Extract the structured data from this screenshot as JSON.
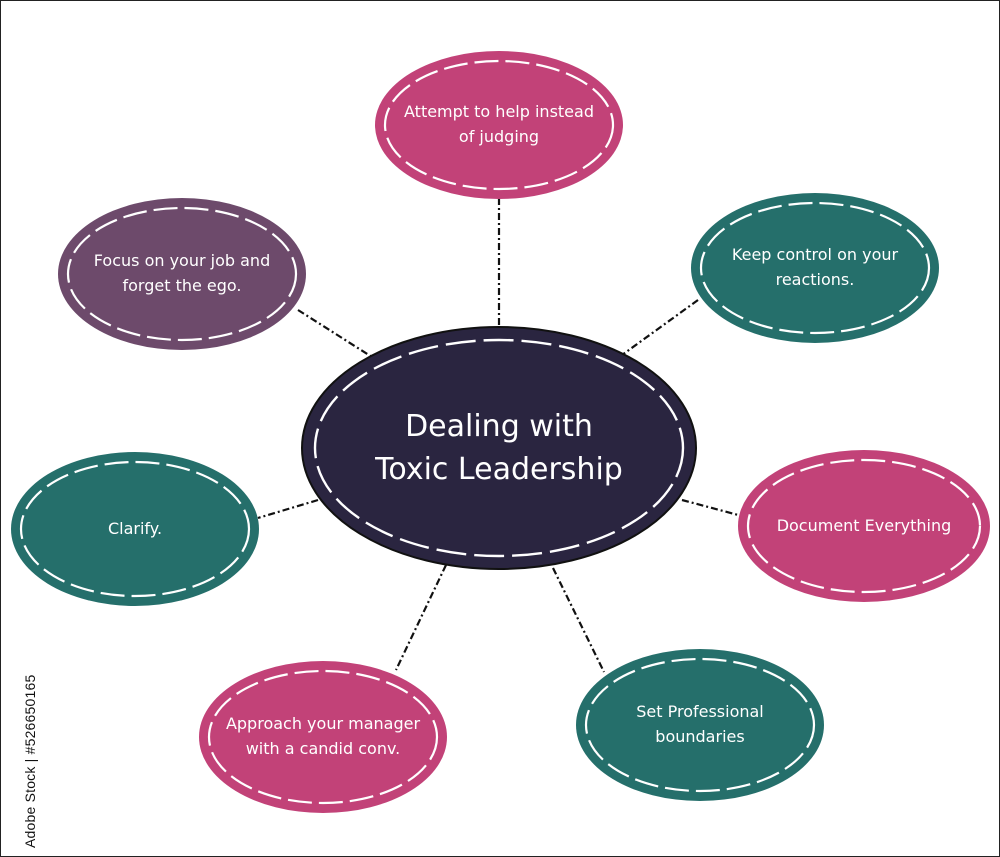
{
  "title": "Dealing with Toxic Leadership",
  "center": {
    "line1": "Dealing with",
    "line2": "Toxic Leadership",
    "color": "#2a2540"
  },
  "nodes": [
    {
      "id": "help",
      "line1": "Attempt to help instead",
      "line2": "of judging",
      "color": "#c24278"
    },
    {
      "id": "control",
      "line1": "Keep control on your",
      "line2": "reactions.",
      "color": "#256f6b"
    },
    {
      "id": "document",
      "line1": "Document Everything",
      "line2": "",
      "color": "#c24278"
    },
    {
      "id": "boundaries",
      "line1": "Set Professional",
      "line2": "boundaries",
      "color": "#256f6b"
    },
    {
      "id": "manager",
      "line1": "Approach your manager",
      "line2": "with a candid conv.",
      "color": "#c24278"
    },
    {
      "id": "clarify",
      "line1": "Clarify.",
      "line2": "",
      "color": "#256f6b"
    },
    {
      "id": "focus",
      "line1": "Focus on your job and",
      "line2": "forget the ego.",
      "color": "#6d4a6b"
    }
  ],
  "watermark": "Adobe Stock | #526650165"
}
